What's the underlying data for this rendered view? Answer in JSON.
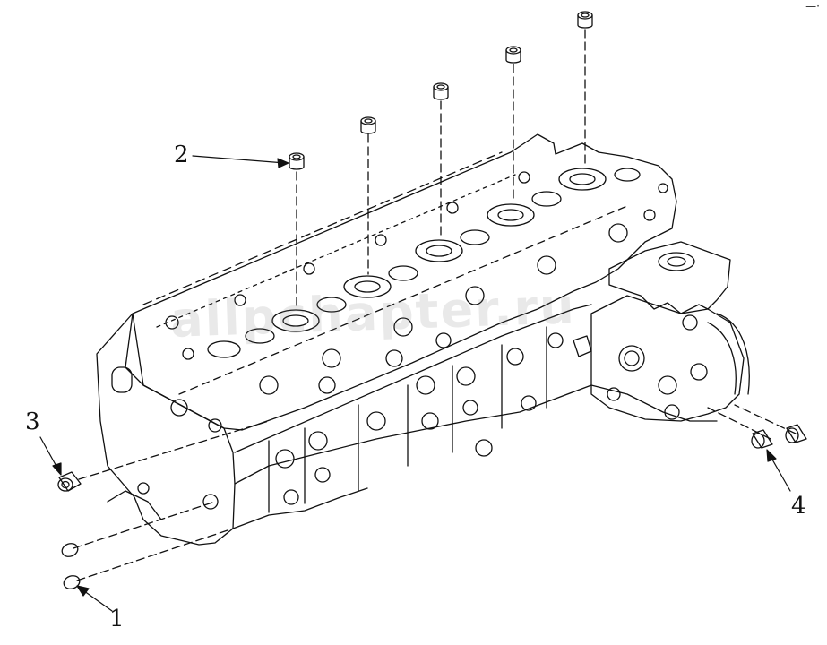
{
  "diagram": {
    "watermark": "allpchapter.ru",
    "corner_mark": "—·",
    "callouts": [
      {
        "id": "1",
        "label": "1"
      },
      {
        "id": "2",
        "label": "2"
      },
      {
        "id": "3",
        "label": "3"
      },
      {
        "id": "4",
        "label": "4"
      }
    ],
    "line_color": "#111111"
  }
}
